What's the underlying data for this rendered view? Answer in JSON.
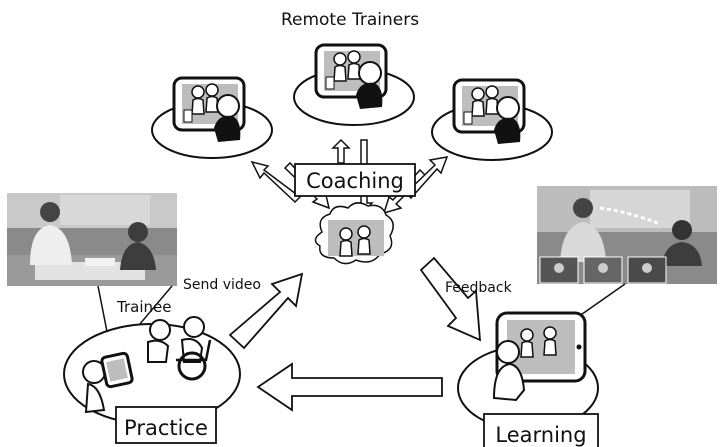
{
  "diagram": {
    "title": "Remote Trainers",
    "center_label": "Coaching",
    "practice_label": "Practice",
    "learning_label": "Learning",
    "trainee_label": "Trainee",
    "send_video_label": "Send video",
    "feedback_label": "Feedback"
  },
  "colors": {
    "ink": "#111111",
    "photo_dark": "#3d3d3d",
    "photo_mid": "#8a8a8a",
    "photo_light": "#c9c9c9",
    "screen_gray": "#b5b5b5",
    "background": "#ffffff"
  },
  "icons": [
    "person-icon",
    "wheelchair-icon",
    "tablet-icon",
    "cloud-icon",
    "photo-icon"
  ]
}
